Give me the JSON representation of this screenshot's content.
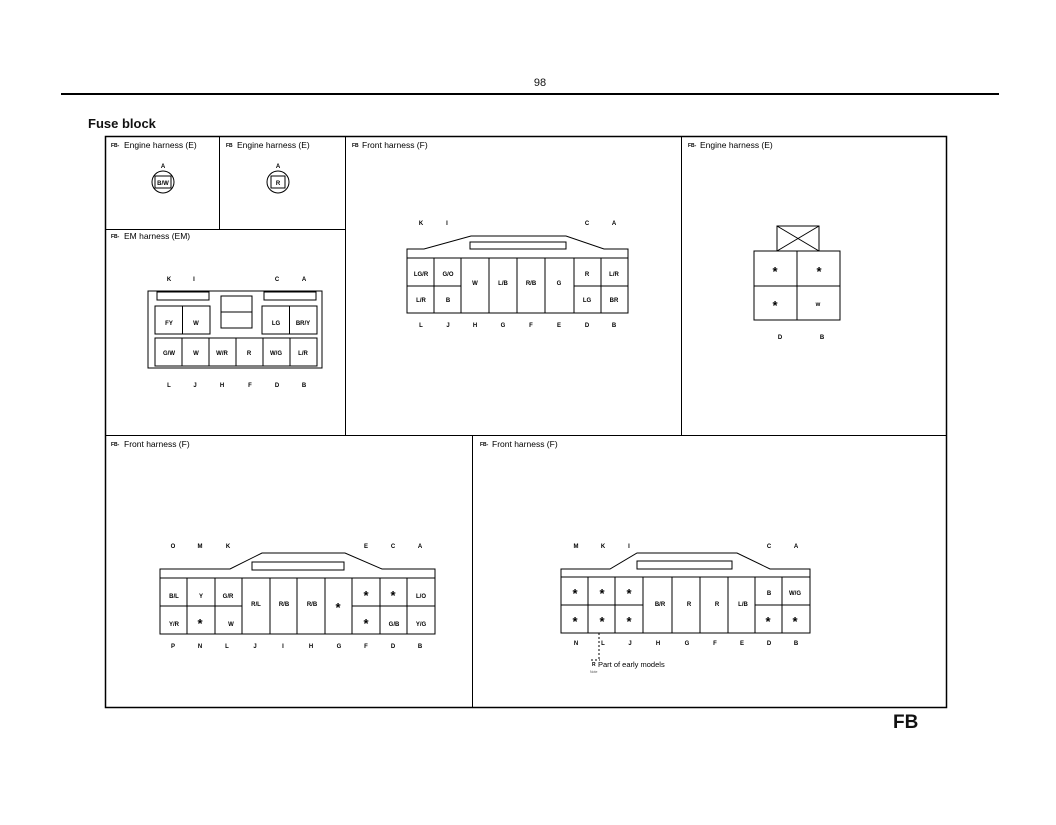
{
  "page_number": "98",
  "title": "Fuse block",
  "footer_code": "FB",
  "panels": {
    "p1": {
      "prefix": "FB-",
      "label": "Engine harness (E)",
      "pin": "A",
      "wire": "B/W"
    },
    "p2": {
      "prefix": "FB",
      "label": "Engine harness (E)",
      "pin": "A",
      "wire": "R"
    },
    "p3": {
      "prefix": "FB-",
      "label": "EM harness (EM)",
      "top_pins": [
        "K",
        "I",
        "C",
        "A"
      ],
      "bottom_pins": [
        "L",
        "J",
        "H",
        "F",
        "D",
        "B"
      ],
      "row1": [
        "FY",
        "W",
        "LG",
        "BR/Y"
      ],
      "row2": [
        "G/W",
        "W",
        "W/R",
        "R",
        "W/G",
        "L/R"
      ]
    },
    "p4": {
      "prefix": "FB",
      "label": "Front harness (F)",
      "top_pins": [
        "K",
        "I",
        "C",
        "A"
      ],
      "bottom_pins": [
        "L",
        "J",
        "H",
        "G",
        "F",
        "E",
        "D",
        "B"
      ],
      "top_left": [
        "LG/R",
        "G/O"
      ],
      "bottom_left": [
        "L/R",
        "B"
      ],
      "middle": [
        "W",
        "L/B",
        "R/B",
        "G"
      ],
      "top_right": [
        "R",
        "L/R"
      ],
      "bottom_right": [
        "LG",
        "BR"
      ]
    },
    "p5": {
      "prefix": "FB-",
      "label": "Engine harness (E)",
      "cells": [
        "*",
        "*",
        "*",
        "w"
      ],
      "bottom_pins": [
        "D",
        "B"
      ]
    },
    "p6": {
      "prefix": "FB-",
      "label": "Front harness (F)",
      "top_pins": [
        "O",
        "M",
        "K",
        "E",
        "C",
        "A"
      ],
      "bottom_pins": [
        "P",
        "N",
        "L",
        "J",
        "I",
        "H",
        "G",
        "F",
        "D",
        "B"
      ],
      "top_left": [
        "B/L",
        "Y",
        "G/R"
      ],
      "bottom_left": [
        "Y/R",
        "*",
        "W"
      ],
      "middle": [
        "R/L",
        "R/B",
        "R/B",
        "*"
      ],
      "top_right": [
        "*",
        "*",
        "L/O"
      ],
      "bottom_right": [
        "*",
        "G/B",
        "Y/G"
      ]
    },
    "p7": {
      "prefix": "FB-",
      "label": "Front harness (F)",
      "top_pins": [
        "M",
        "K",
        "I",
        "C",
        "A"
      ],
      "bottom_pins": [
        "N",
        "L",
        "J",
        "H",
        "G",
        "F",
        "E",
        "D",
        "B"
      ],
      "top_left": [
        "*",
        "*",
        "*"
      ],
      "bottom_left": [
        "*",
        "*",
        "*"
      ],
      "middle": [
        "B/R",
        "R",
        "R",
        "L/B"
      ],
      "top_right": [
        "B",
        "W/G"
      ],
      "bottom_right": [
        "*",
        "*"
      ],
      "note_mark": "R",
      "note": "Part of early models",
      "note_small": "Note"
    }
  }
}
